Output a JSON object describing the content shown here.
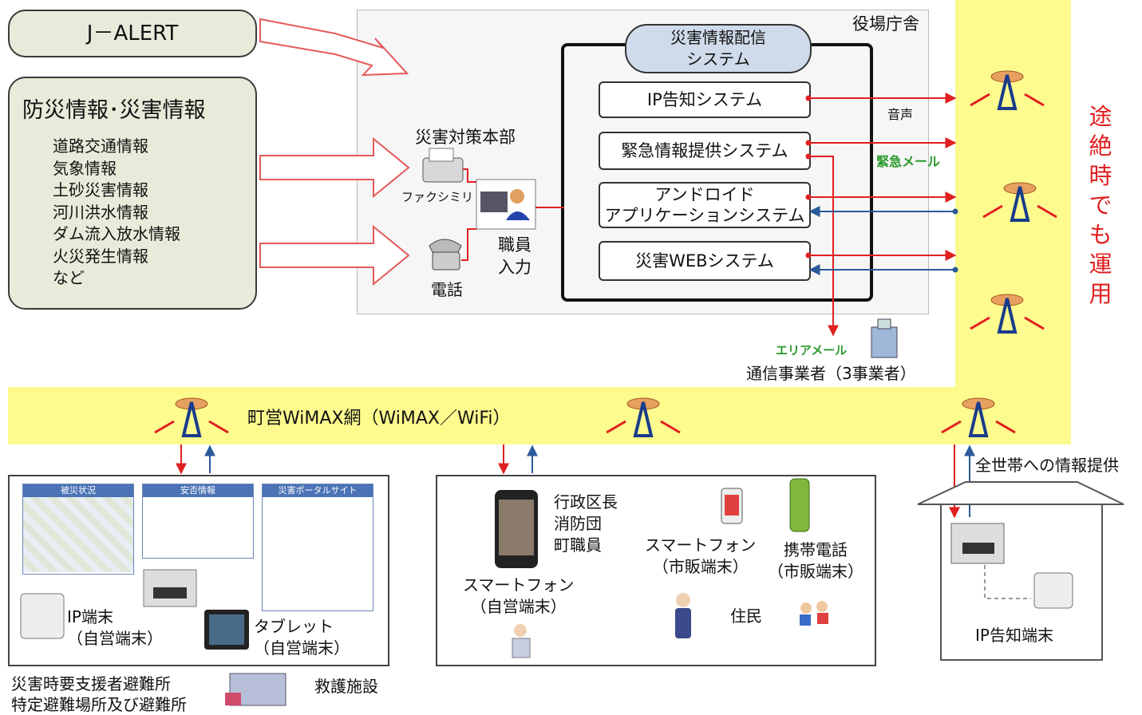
{
  "sources": {
    "jalert": "J－ALERT",
    "disaster_info_title": "防災情報･災害情報",
    "items": [
      "道路交通情報",
      "気象情報",
      "土砂災害情報",
      "河川洪水情報",
      "ダム流入放水情報",
      "火災発生情報",
      "など"
    ]
  },
  "office": {
    "title": "役場庁舎",
    "hq": "災害対策本部",
    "fax": "ファクシミリ",
    "phone": "電話",
    "staff_input": "職員\n入力",
    "dist_system": "災害情報配信\nシステム",
    "systems": [
      "IP告知システム",
      "緊急情報提供システム",
      "アンドロイド\nアプリケーションシステム",
      "災害WEBシステム"
    ]
  },
  "links": {
    "voice": "音声",
    "emergency_mail": "緊急メール",
    "area_mail": "エリアメール",
    "carrier": "通信事業者（3事業者）"
  },
  "outage_note": "途絶時でも運用",
  "wimax": "町営WiMAX網（WiMAX／WiFi）",
  "shelter_panel": {
    "screens": [
      "被災状況",
      "安否情報",
      "災害ポータルサイト"
    ],
    "ip_terminal": "IP端末\n（自営端末）",
    "tablet": "タブレット\n（自営端末）",
    "caption": "災害時要支援者避難所\n特定避難場所及び避難所",
    "rescue": "救護施設"
  },
  "mobile_panel": {
    "officials": "行政区長\n消防団\n町職員",
    "own_smartphone": "スマートフォン\n（自営端末）",
    "retail_smartphone": "スマートフォン\n（市販端末）",
    "retail_phone": "携帯電話\n（市販端末）",
    "residents": "住民"
  },
  "household": {
    "title": "全世帯への情報提供",
    "terminal": "IP告知端末"
  },
  "colors": {
    "yellow": "#fdfa8e",
    "red_arrow": "#e02020",
    "blue_arrow": "#2a5a9a",
    "green_text": "#2a9a2a",
    "note_red": "#e02020"
  }
}
